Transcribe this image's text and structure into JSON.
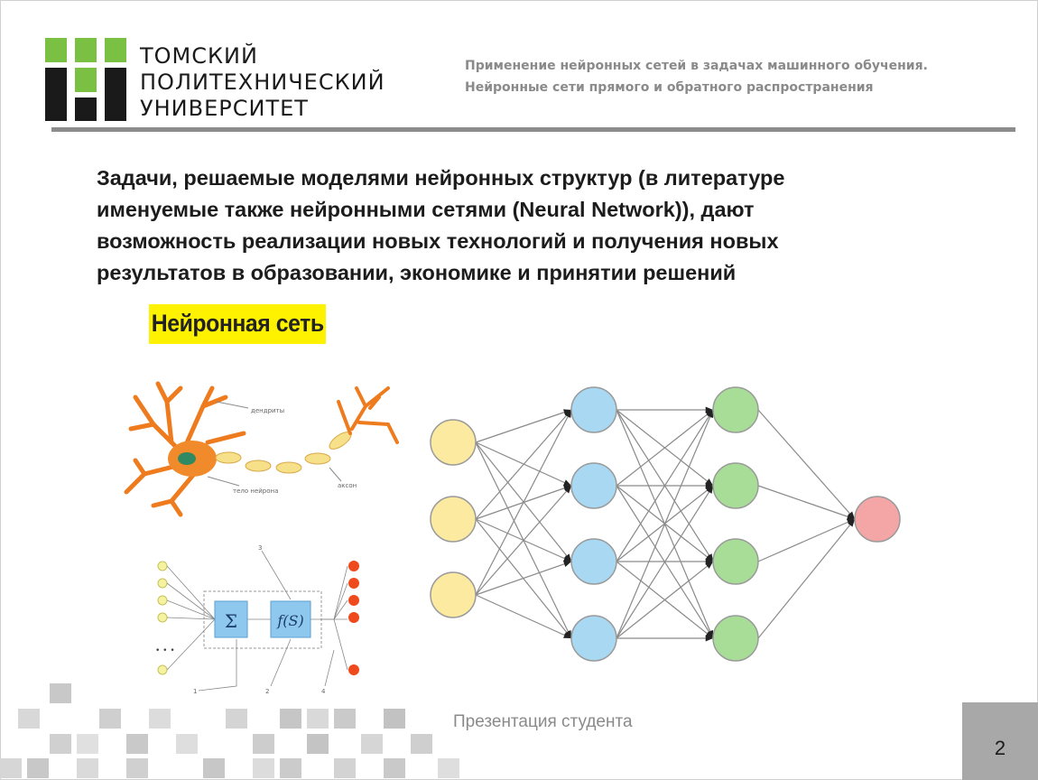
{
  "header": {
    "university_lines": [
      "ТОМСКИЙ",
      "ПОЛИТЕХНИЧЕСКИЙ",
      "УНИВЕРСИТЕТ"
    ],
    "subtitle_lines": [
      "Применение нейронных сетей в задачах машинного обучения.",
      "Нейронные сети прямого и обратного распространения"
    ],
    "logo_colors": {
      "green": "#7ac143",
      "black": "#1a1a1a"
    }
  },
  "main": {
    "paragraph_lines": [
      "Задачи, решаемые моделями нейронных структур (в литературе",
      "именуемые также нейронными сетями (Neural Network)), дают",
      "возможность реализации новых технологий и получения новых",
      "результатов в образовании, экономике и принятии решений"
    ],
    "figure_label": "Нейронная сеть",
    "neuron_labels": {
      "dendrites": "дендриты",
      "body": "тело нейрона",
      "axon": "аксон"
    },
    "model_labels": {
      "sum": "Σ",
      "activation": "f(S)",
      "dots": "• • •",
      "num1": "1",
      "num2": "2",
      "num3": "3",
      "num4": "4"
    },
    "network": {
      "layers": [
        3,
        4,
        4,
        1
      ],
      "colors": [
        "#fbeaa0",
        "#a9d8f2",
        "#a8dd97",
        "#f4a6a6"
      ]
    }
  },
  "footer": {
    "caption": "Презентация студента",
    "page_number": "2"
  }
}
